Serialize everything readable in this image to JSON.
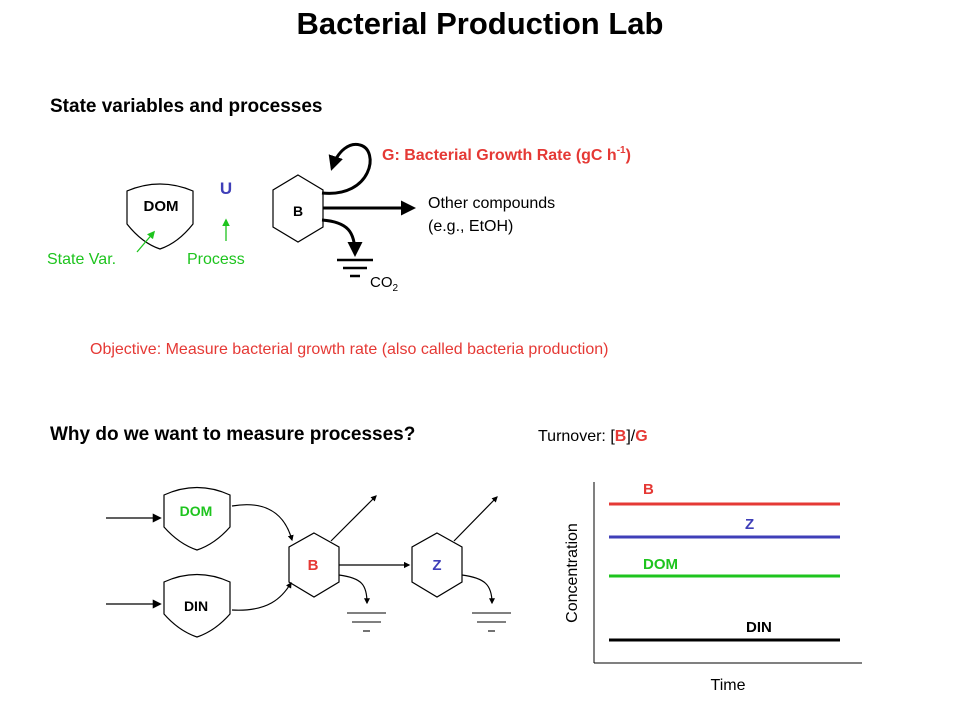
{
  "title": "Bacterial Production Lab",
  "section1": {
    "heading": "State variables and processes",
    "dom_label": "DOM",
    "b_label": "B",
    "u_label": "U",
    "state_var_label": "State Var.",
    "process_label": "Process",
    "growth_rate_text": "G: Bacterial Growth Rate (gC h",
    "growth_rate_sup": "-1",
    "growth_rate_close": ")",
    "other_compounds_line1": "Other compounds",
    "other_compounds_line2": "(e.g., EtOH)",
    "co2_text": "CO",
    "co2_sub": "2",
    "objective": "Objective: Measure bacterial growth rate (also called bacteria production)"
  },
  "section2": {
    "heading": "Why do we want to measure processes?",
    "turnover_prefix": "Turnover: [",
    "turnover_b": "B",
    "turnover_mid": "]/",
    "turnover_g": "G",
    "dom_label": "DOM",
    "din_label": "DIN",
    "b_label": "B",
    "z_label": "Z"
  },
  "chart_data": {
    "type": "line",
    "xlabel": "Time",
    "ylabel": "Concentration",
    "series": [
      {
        "name": "B",
        "color": "#e53935"
      },
      {
        "name": "Z",
        "color": "#3f3fb8"
      },
      {
        "name": "DOM",
        "color": "#1ec41e"
      },
      {
        "name": "DIN",
        "color": "#000000"
      }
    ]
  },
  "colors": {
    "red": "#e53935",
    "green": "#1ec41e",
    "blue": "#3f3fb8",
    "black": "#000000"
  },
  "icons": [
    "ground-symbol",
    "arrow-icon",
    "curved-arrow-icon"
  ]
}
